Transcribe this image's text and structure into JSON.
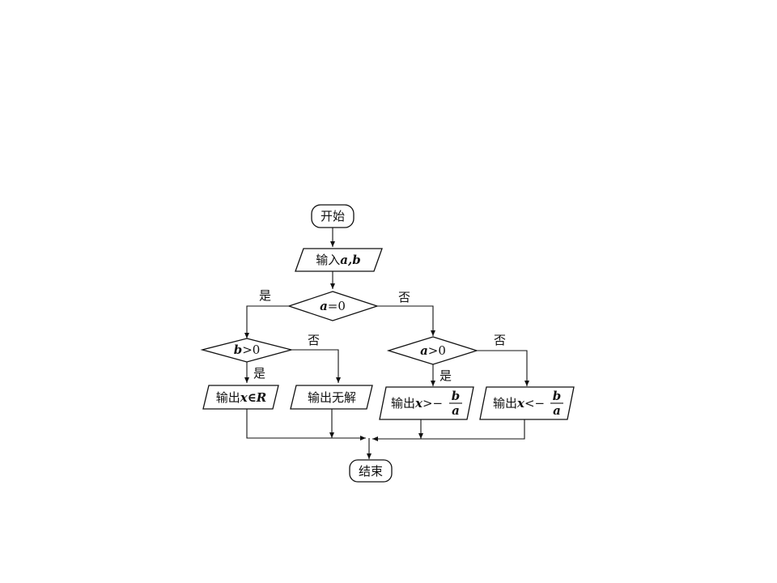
{
  "nodes": {
    "start": "开始",
    "input": {
      "text": "输入",
      "vars": "a,b"
    },
    "cond_a": {
      "var": "a",
      "rest": "=0"
    },
    "cond_b": {
      "var": "b",
      "rest": ">0"
    },
    "cond_a_pos": {
      "var": "a",
      "rest": ">0"
    },
    "out_all_real": {
      "text": "输出",
      "expr": "x∈R"
    },
    "out_no_solution": "输出无解",
    "out_gt": {
      "text": "输出",
      "var": "x",
      "op": ">−",
      "num": "b",
      "den": "a"
    },
    "out_lt": {
      "text": "输出",
      "var": "x",
      "op": "<−",
      "num": "b",
      "den": "a"
    },
    "end": "结束"
  },
  "branches": {
    "yes": "是",
    "no": "否"
  }
}
